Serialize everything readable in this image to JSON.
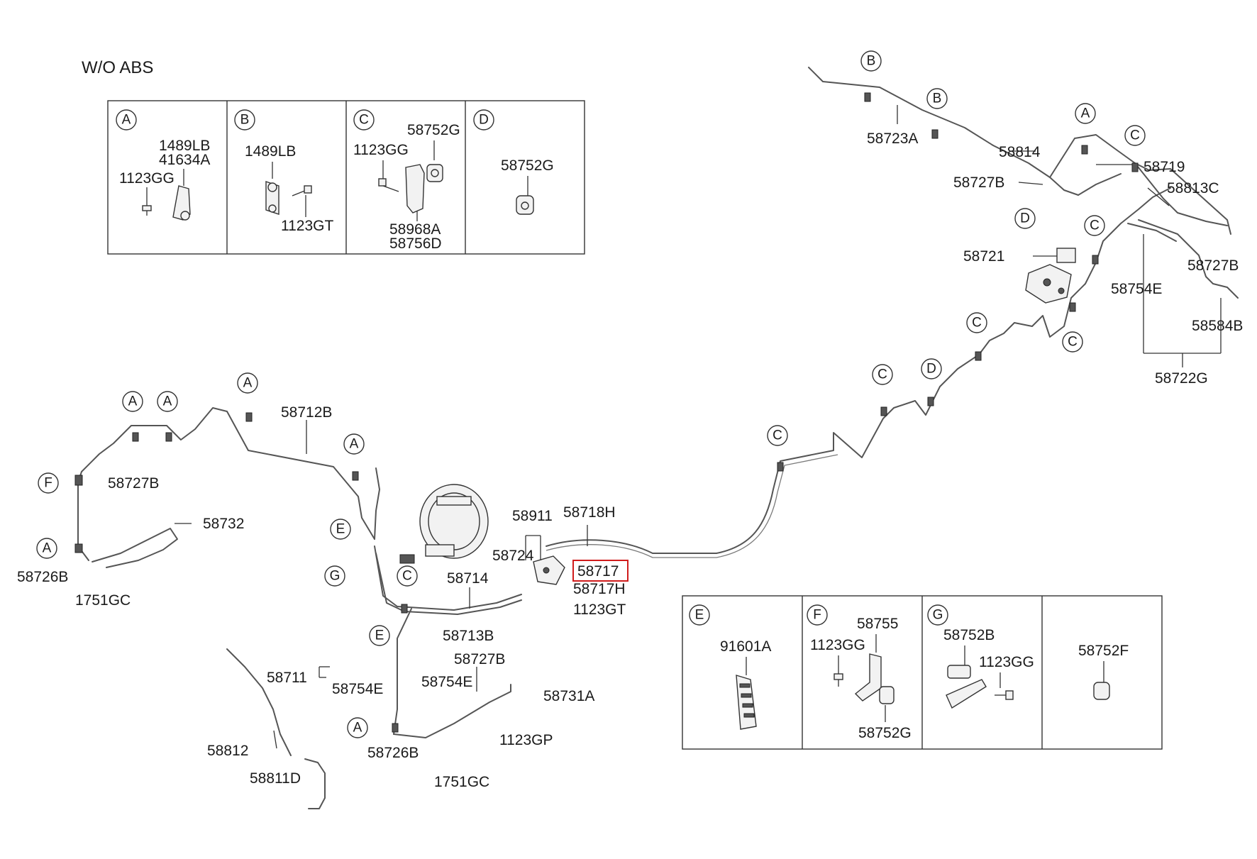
{
  "title": "W/O ABS",
  "highlight_color": "#d01c1c",
  "detail_boxes_top": [
    {
      "letter": "A",
      "parts": [
        "1489LB",
        "41634A",
        "1123GG"
      ]
    },
    {
      "letter": "B",
      "parts": [
        "1489LB",
        "1123GT"
      ]
    },
    {
      "letter": "C",
      "parts": [
        "58752G",
        "1123GG",
        "58968A",
        "58756D"
      ]
    },
    {
      "letter": "D",
      "parts": [
        "58752G"
      ]
    }
  ],
  "detail_boxes_bottom": [
    {
      "letter": "E",
      "parts": [
        "91601A"
      ]
    },
    {
      "letter": "F",
      "parts": [
        "58755",
        "1123GG",
        "58752G"
      ]
    },
    {
      "letter": "G",
      "parts": [
        "58752B",
        "1123GG"
      ]
    },
    {
      "letter": "",
      "parts": [
        "58752F"
      ]
    }
  ],
  "callouts": [
    "58723A",
    "58814",
    "58727B",
    "58719",
    "58813C",
    "58721",
    "58727B",
    "58754E",
    "58584B",
    "58722G",
    "58712B",
    "58727B",
    "58732",
    "58726B",
    "1751GC",
    "58911",
    "58718H",
    "58724",
    "58717",
    "58717H",
    "58714",
    "1123GT",
    "58713B",
    "58711",
    "58754E",
    "58727B",
    "58754E",
    "58731A",
    "1123GP",
    "58812",
    "58726B",
    "58811D",
    "1751GC"
  ],
  "markers": [
    "B",
    "B",
    "A",
    "C",
    "D",
    "C",
    "C",
    "C",
    "C",
    "D",
    "C",
    "A",
    "A",
    "A",
    "A",
    "F",
    "A",
    "E",
    "G",
    "C",
    "E",
    "A"
  ]
}
